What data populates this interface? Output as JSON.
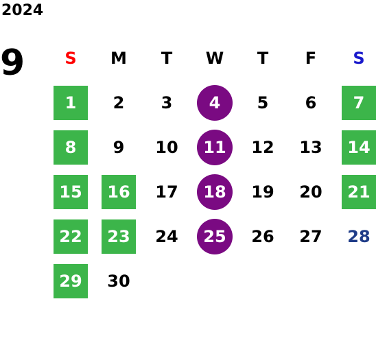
{
  "year": "2024",
  "month": "9",
  "colors": {
    "green": "#3cb54a",
    "purple": "#7a0a82",
    "sunday": "#ff0000",
    "saturday": "#1a1acc",
    "blue_text": "#1f3c88",
    "text": "#000000"
  },
  "weekdays": [
    "S",
    "M",
    "T",
    "W",
    "T",
    "F",
    "S"
  ],
  "weeks": [
    [
      {
        "text": "1",
        "style": "green"
      },
      {
        "text": "2",
        "style": "plain"
      },
      {
        "text": "3",
        "style": "plain"
      },
      {
        "text": "4",
        "style": "purple"
      },
      {
        "text": "5",
        "style": "plain"
      },
      {
        "text": "6",
        "style": "plain"
      },
      {
        "text": "7",
        "style": "green"
      }
    ],
    [
      {
        "text": "8",
        "style": "green"
      },
      {
        "text": "9",
        "style": "plain"
      },
      {
        "text": "10",
        "style": "plain"
      },
      {
        "text": "11",
        "style": "purple"
      },
      {
        "text": "12",
        "style": "plain"
      },
      {
        "text": "13",
        "style": "plain"
      },
      {
        "text": "14",
        "style": "green"
      }
    ],
    [
      {
        "text": "15",
        "style": "green"
      },
      {
        "text": "16",
        "style": "green"
      },
      {
        "text": "17",
        "style": "plain"
      },
      {
        "text": "18",
        "style": "purple"
      },
      {
        "text": "19",
        "style": "plain"
      },
      {
        "text": "20",
        "style": "plain"
      },
      {
        "text": "21",
        "style": "green"
      }
    ],
    [
      {
        "text": "22",
        "style": "green"
      },
      {
        "text": "23",
        "style": "green"
      },
      {
        "text": "24",
        "style": "plain"
      },
      {
        "text": "25",
        "style": "purple"
      },
      {
        "text": "26",
        "style": "plain"
      },
      {
        "text": "27",
        "style": "plain"
      },
      {
        "text": "28",
        "style": "blue"
      }
    ],
    [
      {
        "text": "29",
        "style": "green"
      },
      {
        "text": "30",
        "style": "plain"
      }
    ]
  ]
}
